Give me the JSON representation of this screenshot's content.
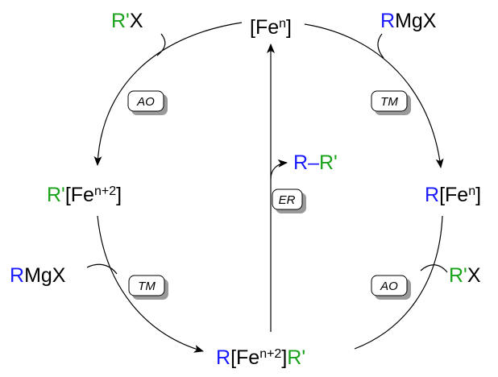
{
  "colors": {
    "R": "#1a1aff",
    "R_prime": "#1aa31a",
    "text": "#000000"
  },
  "species": {
    "top": {
      "text": "[Fe",
      "sup": "n",
      "tail": "]"
    },
    "left": {
      "r": "R'",
      "text": "[Fe",
      "sup": "n+2",
      "tail": "]"
    },
    "right": {
      "r": "R",
      "text": "[Fe",
      "sup": "n",
      "tail": "]"
    },
    "bottom": {
      "r": "R",
      "text": "[Fe",
      "sup": "n+2",
      "tail": "]",
      "r2": "R'"
    }
  },
  "reagents": {
    "top_left": {
      "r": "R'",
      "x": "X"
    },
    "top_right": {
      "r": "R",
      "rest": "MgX"
    },
    "bottom_left": {
      "r": "R",
      "rest": "MgX"
    },
    "bottom_right": {
      "r": "R'",
      "x": "X"
    }
  },
  "product": {
    "r": "R",
    "dash": "–",
    "r2": "R'"
  },
  "steps": {
    "ao_upper": "AO",
    "tm_upper": "TM",
    "er": "ER",
    "tm_lower": "TM",
    "ao_lower": "AO"
  }
}
